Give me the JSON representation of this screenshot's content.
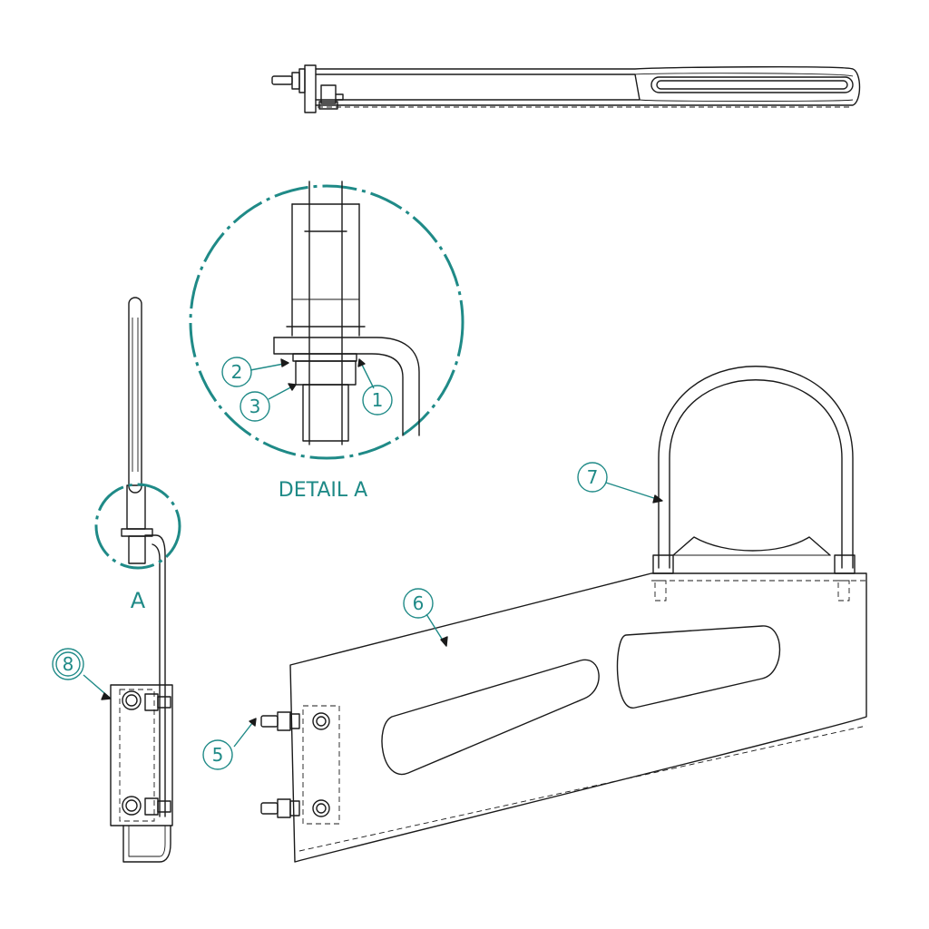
{
  "colors": {
    "accent": "#1f8a87",
    "line": "#1a1a1a",
    "background": "#ffffff"
  },
  "detail_title": "DETAIL A",
  "detail_ref": "A",
  "callouts": {
    "c1": "1",
    "c2": "2",
    "c3": "3",
    "c5": "5",
    "c6": "6",
    "c7": "7",
    "c8": "8"
  }
}
